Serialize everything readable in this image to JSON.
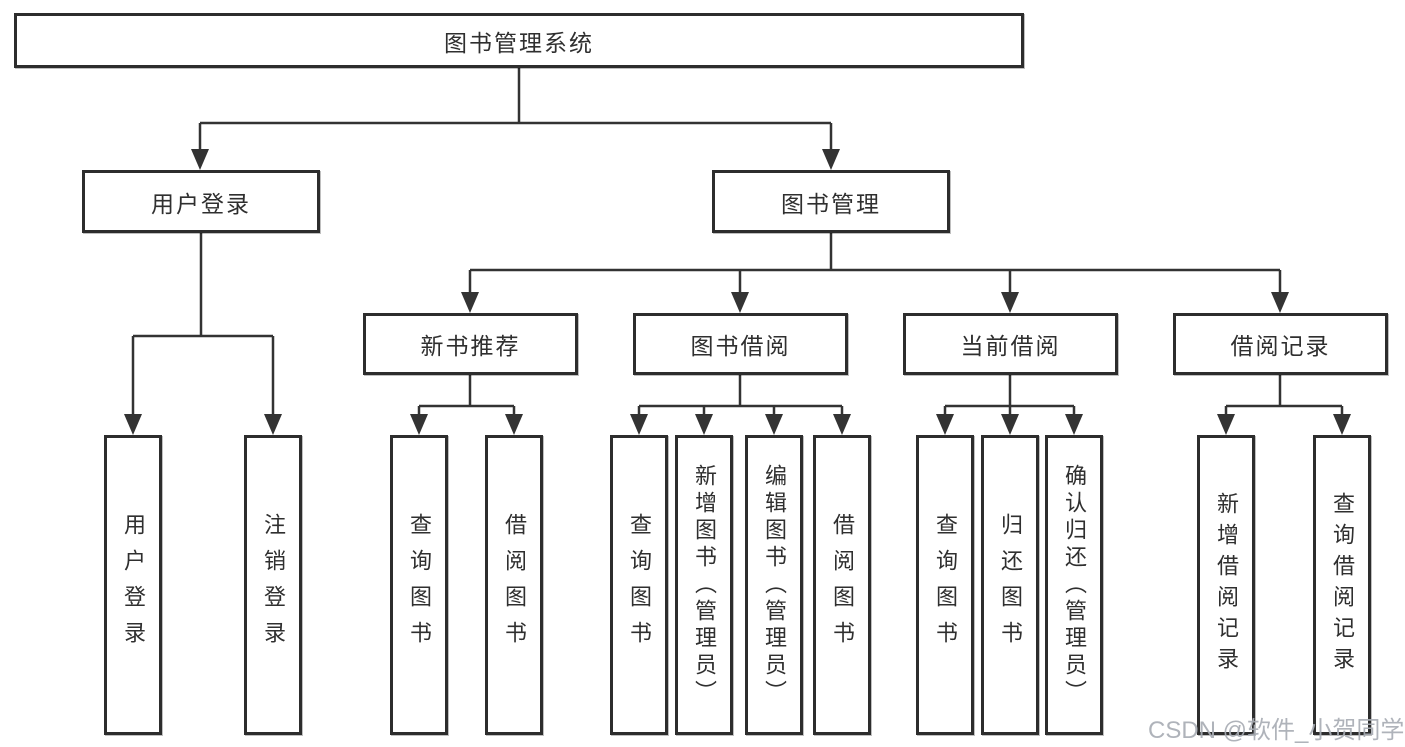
{
  "tree": {
    "label": "图书管理系统",
    "children": [
      {
        "label": "用户登录",
        "children": [
          {
            "label": "用户登录"
          },
          {
            "label": "注销登录"
          }
        ]
      },
      {
        "label": "图书管理",
        "children": [
          {
            "label": "新书推荐",
            "children": [
              {
                "label": "查询图书"
              },
              {
                "label": "借阅图书"
              }
            ]
          },
          {
            "label": "图书借阅",
            "children": [
              {
                "label": "查询图书"
              },
              {
                "label": "新增图书（管理员）"
              },
              {
                "label": "编辑图书（管理员）"
              },
              {
                "label": "借阅图书"
              }
            ]
          },
          {
            "label": "当前借阅",
            "children": [
              {
                "label": "查询图书"
              },
              {
                "label": "归还图书"
              },
              {
                "label": "确认归还（管理员）"
              }
            ]
          },
          {
            "label": "借阅记录",
            "children": [
              {
                "label": "新增借阅记录"
              },
              {
                "label": "查询借阅记录"
              }
            ]
          }
        ]
      }
    ]
  },
  "watermark": {
    "text": "CSDN @软件_小贺同学"
  },
  "colors": {
    "line": "#333333",
    "box_border": "#2d2d2d",
    "box_fill": "#ffffff",
    "text": "#2f2f2f",
    "watermark": "#a8adb4"
  }
}
